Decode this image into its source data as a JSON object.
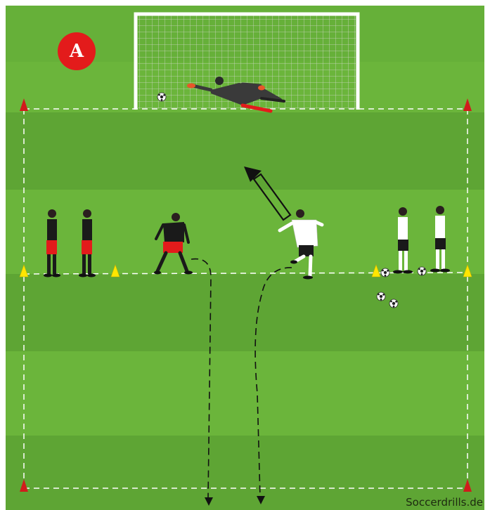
{
  "drill": {
    "station_label": "A",
    "watermark": "Soccerdrills.de"
  },
  "colors": {
    "grass_dark": "#5ea534",
    "grass_light": "#6bb53b",
    "lines": "#ffffff",
    "team_red": "#e31b1b",
    "team_black": "#1a1a1a",
    "team_white": "#ffffff",
    "cone_red": "#d01c1c",
    "cone_yellow": "#ffe600"
  },
  "icons": {
    "badge": "letter-badge",
    "player": "player-figure",
    "goalkeeper": "goalkeeper-diving",
    "ball": "soccer-ball",
    "cone": "training-cone",
    "goal": "goal-net"
  }
}
